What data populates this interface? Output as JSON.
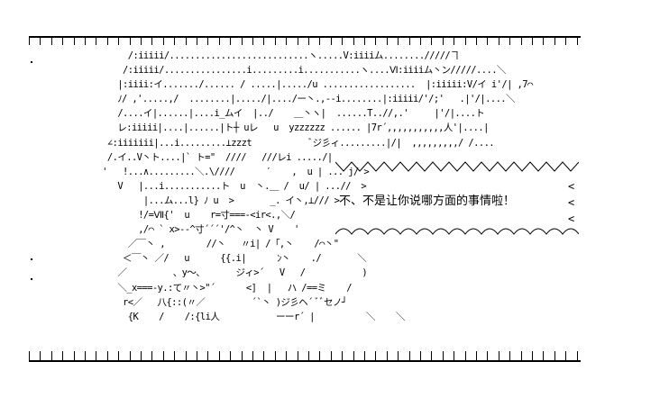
{
  "ascii_art": {
    "lines": [
      "        /:iiiii/...........................ヽ.....V:iiiiム......../////ヿ",
      "       /:iiiii/................i.........i...........ヽ....Ⅵ:iiiiム丶ン/////....＼",
      "      |:iiii:イ......./...... / .....|...../u ..................  |:iiiii:V/イ i'/| ,7⌒",
      "      ﾉ/ ,'.....,/  ........|...../|..../ー丶.,--i........|:iiiii/'/;'   .|'/|....＼",
      "      /....イ|......|....i_ムイ  |../    ＿丶ヽ|  ......T..//,.'     |'/|....ト",
      "      レ:iiiii|....|......|ト┼ uレ   u  yzzzzzz ...... |7r´,,,,,,,,,,,人'|....|",
      "    ∠:iiiiiii|...i.........⊥zzzt           ﾞジ彡ィ.........|/|  ,,,,,,,,,/ /....",
      "    /.イ..V丶ト....|` ト=\"  ////   ///レi ...../|",
      "   '   !...∧.........＼.\\////      ′    ,  u | ... j/ >",
      "      V   |...i...........ト  u  丶.＿ /  u/ | ...//  >",
      "           |...ム...l} ﾉ u  >       _. イ丶,⊥/// >",
      "          !/=Ⅶ{'  u    r=寸===-<ir<.,＼/",
      "          ,/⌒ ` x>--^寸´´´'/^丶  丶 V    '",
      "        ／￣丶 ,        //丶   〃i| /「,丶    /⌒丶\"",
      "       ＜￣丶 ／/   u      {{.i|      ﾝ丶    ./       ＼",
      "      ／         、y～、      ジィ>´   V   /           )",
      "      ＼_x===-y.:て〃丶>\"´      <]  |   ハ /==ミ    /",
      "       r<／   八{::(〃／         ´`丶 )ジ彡ヘ´ ﾞﾞセノ┘",
      "        {K    /    /:{li人           ーーr´ |          ＼    ＼"
    ]
  },
  "speech": {
    "text": "不、不是让你说哪方面的事情啦！"
  }
}
